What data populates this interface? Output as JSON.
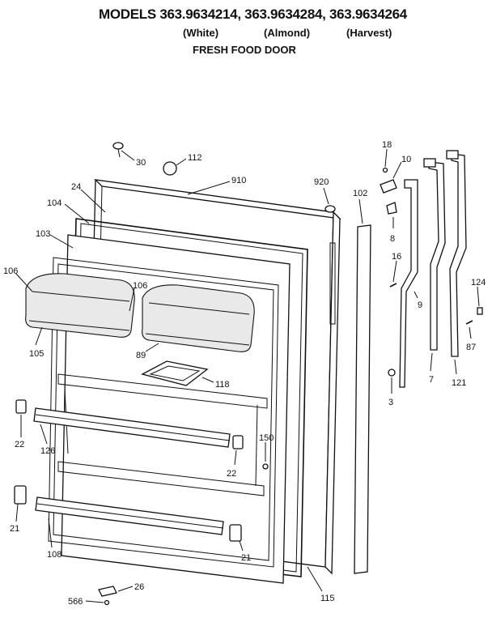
{
  "header": {
    "title": "MODELS 363.9634214, 363.9634284, 363.9634264",
    "colors": [
      "(White)",
      "(Almond)",
      "(Harvest)"
    ],
    "subtitle": "FRESH FOOD DOOR"
  },
  "callouts": {
    "c30": "30",
    "c112": "112",
    "c910": "910",
    "c920": "920",
    "c24": "24",
    "c104": "104",
    "c103": "103",
    "c106a": "106",
    "c106b": "106",
    "c105": "105",
    "c89": "89",
    "c118": "118",
    "c22a": "22",
    "c126": "126",
    "c22b": "22",
    "c150": "150",
    "c21a": "21",
    "c108": "108",
    "c21b": "21",
    "c26": "26",
    "c566": "566",
    "c115": "115",
    "c102": "102",
    "c18": "18",
    "c10": "10",
    "c8": "8",
    "c16": "16",
    "c9": "9",
    "c3": "3",
    "c7": "7",
    "c121": "121",
    "c124": "124",
    "c87": "87"
  }
}
